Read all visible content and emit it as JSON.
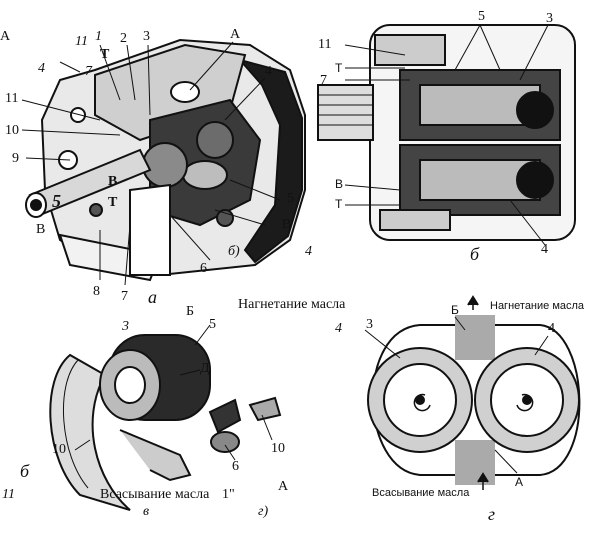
{
  "labels": {
    "a_corner": "A",
    "p1": {
      "n11": "11",
      "n1": "1",
      "n7": "7",
      "T": "T",
      "n4": "4",
      "n2": "2",
      "n3": "3",
      "A": "A",
      "n4b": "4",
      "n11b": "11",
      "n10": "10",
      "n9": "9",
      "n5": "5",
      "B1": "B",
      "T2": "T",
      "B2": "B",
      "B3": "B",
      "n5b": "5",
      "n8": "8",
      "n7b": "7",
      "n6": "6",
      "a_letter": "а",
      "b_letter": "б)",
      "num4": "4"
    },
    "p2": {
      "n5": "5",
      "n3": "3",
      "n11": "11",
      "T": "T",
      "n7": "7",
      "B": "B",
      "T2": "T",
      "n4": "4",
      "b_letter": "б"
    },
    "p3": {
      "n3": "3",
      "B": "Б",
      "n5": "5",
      "D": "Д",
      "n10": "10",
      "n6": "6",
      "n10b": "10",
      "A": "А",
      "b_letter": "б",
      "n11": "11",
      "v_letter": "в",
      "g_letter": "г)"
    },
    "p4": {
      "n3": "3",
      "B": "Б",
      "n4": "4",
      "A": "А",
      "g_letter": "г"
    }
  },
  "captions": {
    "pressure_mid": "Нагнетание масла",
    "pressure_right": "Нагнетание масла",
    "suction_left": "Всасывание масла",
    "suction_left_suffix": "1\"",
    "suction_right": "Всасывание масла",
    "num4": "4"
  }
}
